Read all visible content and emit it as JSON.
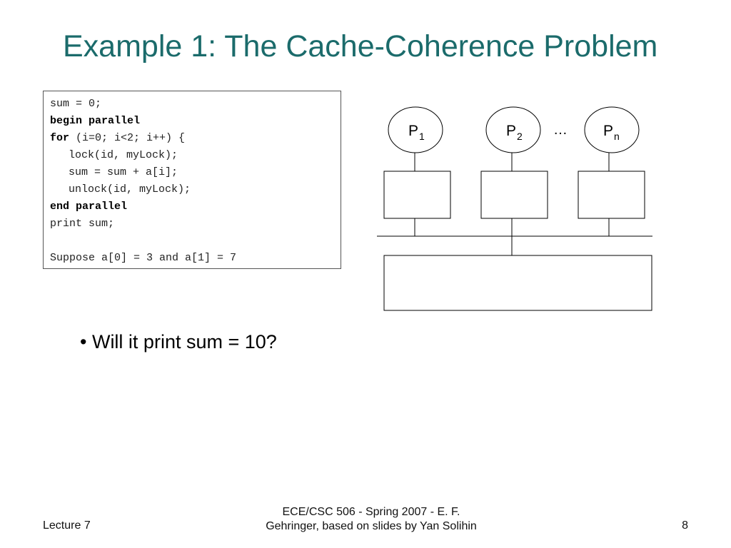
{
  "slide": {
    "title": "Example 1: The Cache-Coherence Problem",
    "code": {
      "line1": "sum = 0;",
      "line2": "begin parallel",
      "line3_kw": "for",
      "line3_rest": " (i=0; i<2; i++) {",
      "line4": "lock(id, myLock);",
      "line5": "sum = sum + a[i];",
      "line6": "unlock(id, myLock);",
      "line7": "end parallel",
      "line8": "print sum;",
      "line9": "Suppose a[0] = 3 and a[1] = 7"
    },
    "diagram": {
      "processors": [
        {
          "label": "P",
          "sub": "1"
        },
        {
          "label": "P",
          "sub": "2"
        },
        {
          "label": "P",
          "sub": "n"
        }
      ],
      "ellipsis": "…"
    },
    "bullet": "• Will it print sum = 10?",
    "footer": {
      "left": "Lecture 7",
      "center_line1": "ECE/CSC 506 - Spring 2007 - E. F.",
      "center_line2": "Gehringer, based on slides by Yan Solihin",
      "page_number": "8"
    }
  }
}
